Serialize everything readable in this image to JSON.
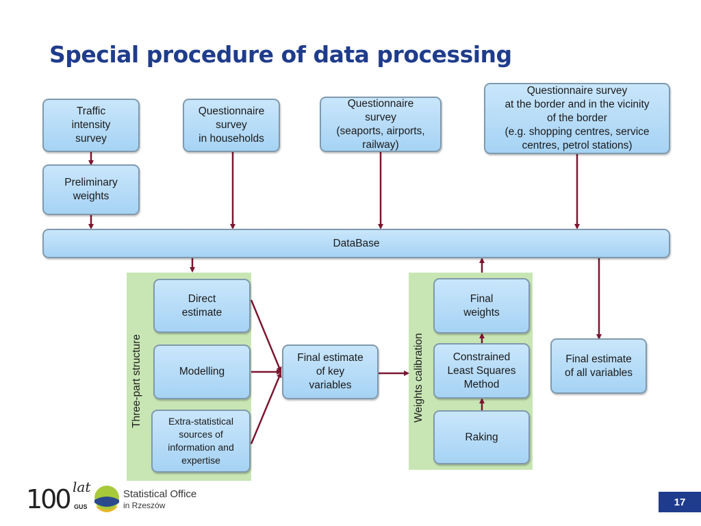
{
  "title": "Special procedure of data processing",
  "nodes": {
    "traffic": "Traffic\nintensity\nsurvey",
    "households": "Questionnaire\nsurvey\nin households",
    "seaports": "Questionnaire\nsurvey\n(seaports, airports,\nrailway)",
    "border": "Questionnaire survey\nat the border and in the vicinity\nof the border\n(e.g. shopping centres, service\ncentres, petrol stations)",
    "preliminary": "Preliminary\nweights",
    "database": "DataBase",
    "direct": "Direct\nestimate",
    "modelling": "Modelling",
    "extra": "Extra-statistical\nsources of\ninformation and\nexpertise",
    "final_key": "Final estimate\nof key\nvariables",
    "final_weights": "Final\nweights",
    "clsm": "Constrained\nLeast Squares\nMethod",
    "raking": "Raking",
    "final_all": "Final estimate\nof all variables"
  },
  "groups": {
    "three_part": "Three-part structure",
    "weights_calibration": "Weights calibration"
  },
  "footer": {
    "logo_100": "100",
    "logo_lat": "lat",
    "logo_gus": "GUS",
    "office_line1": "Statistical Office",
    "office_line2": "in Rzeszów",
    "page_number": "17"
  },
  "colors": {
    "title": "#1f3c8c",
    "arrow": "#7b1530",
    "box_fill": "#b7dcf7",
    "group_fill": "#c8e6b4"
  }
}
